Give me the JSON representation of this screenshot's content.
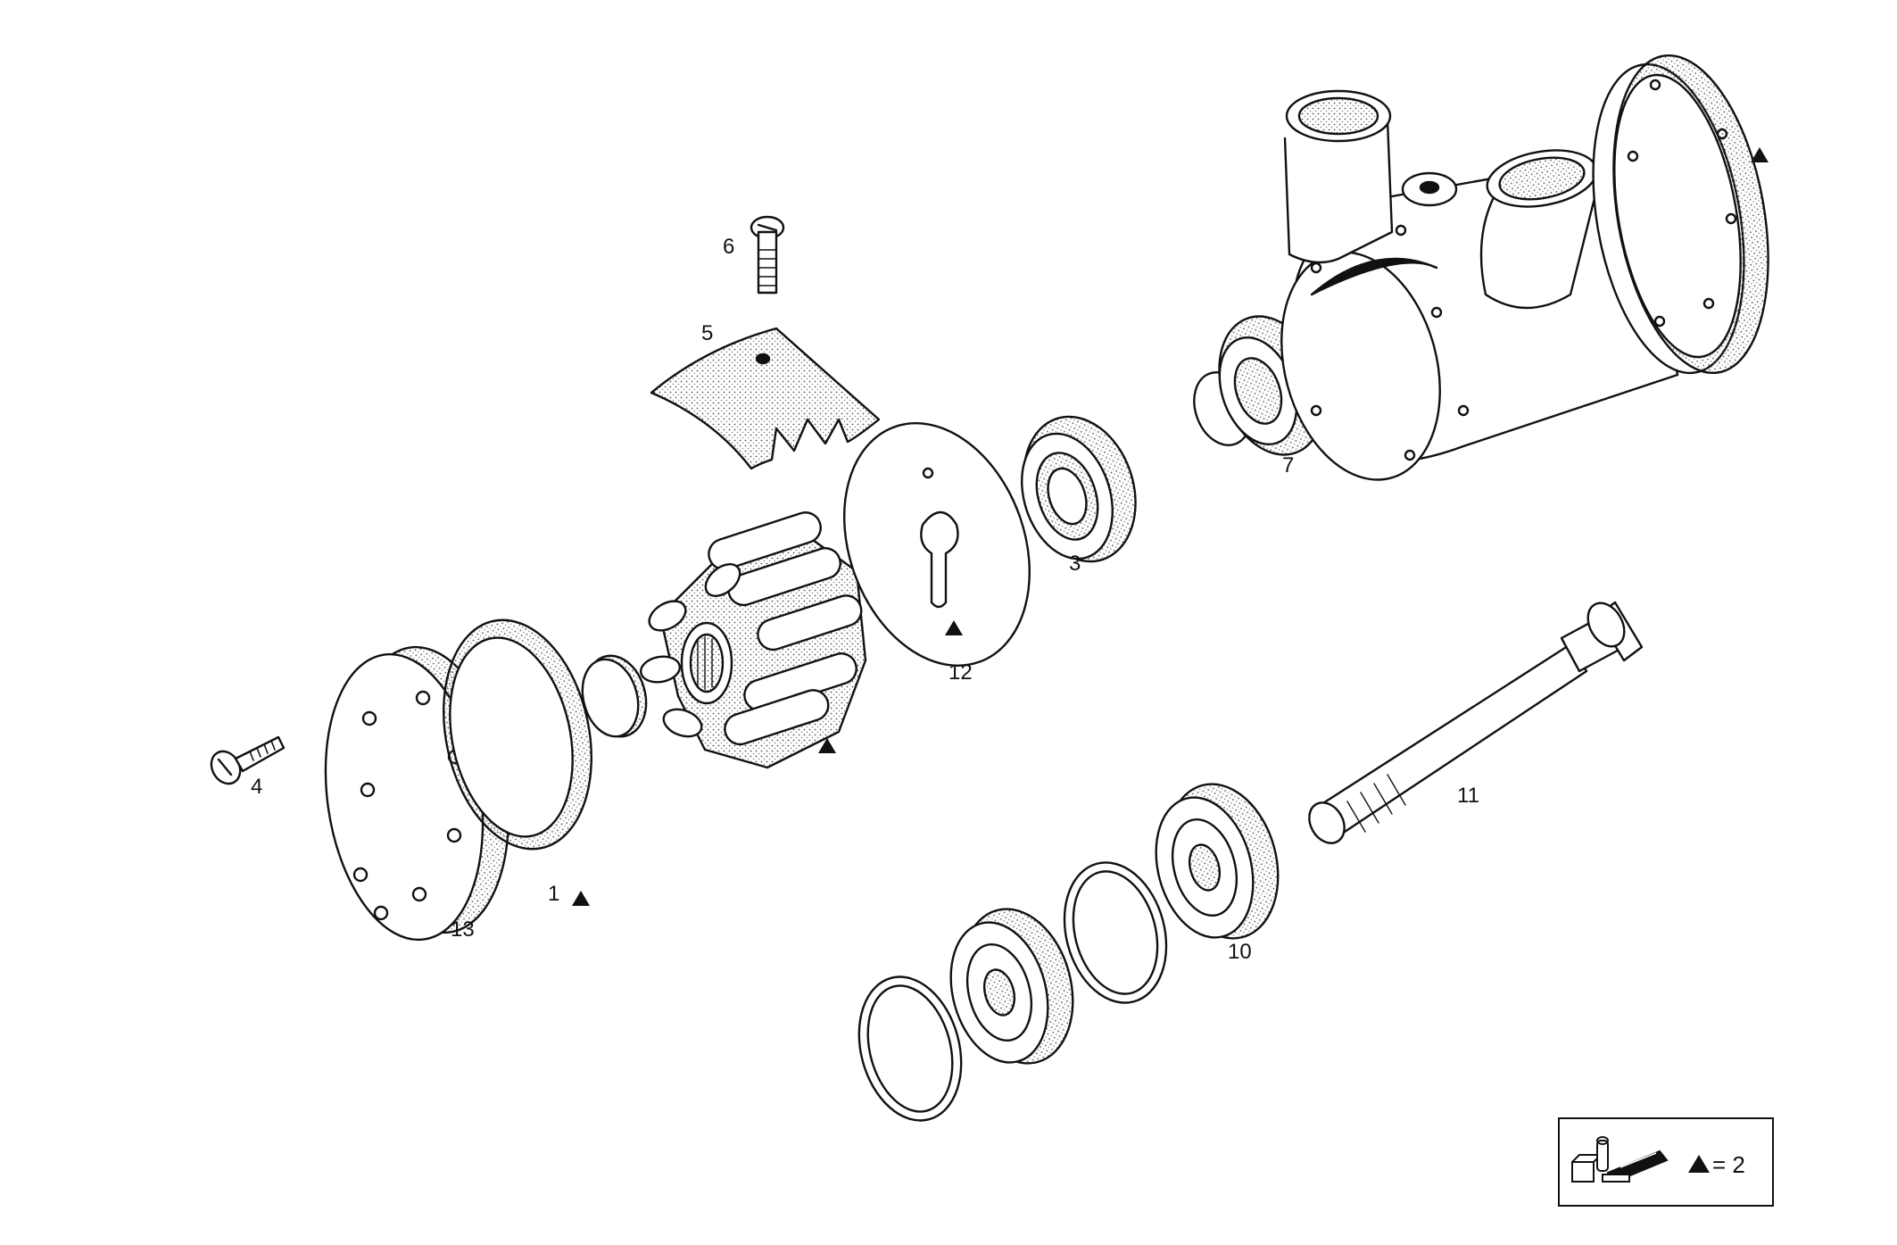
{
  "parts": {
    "p1": "1",
    "p3": "3",
    "p4": "4",
    "p5": "5",
    "p6": "6",
    "p7": "7",
    "p10": "10",
    "p11": "11",
    "p12": "12",
    "p13": "13"
  },
  "legend": {
    "text": "= 2",
    "icon": "tool-kit-icon",
    "marker": "triangle-marker"
  },
  "colors": {
    "ink": "#111111",
    "paper": "#ffffff",
    "stipple": "#555555"
  }
}
